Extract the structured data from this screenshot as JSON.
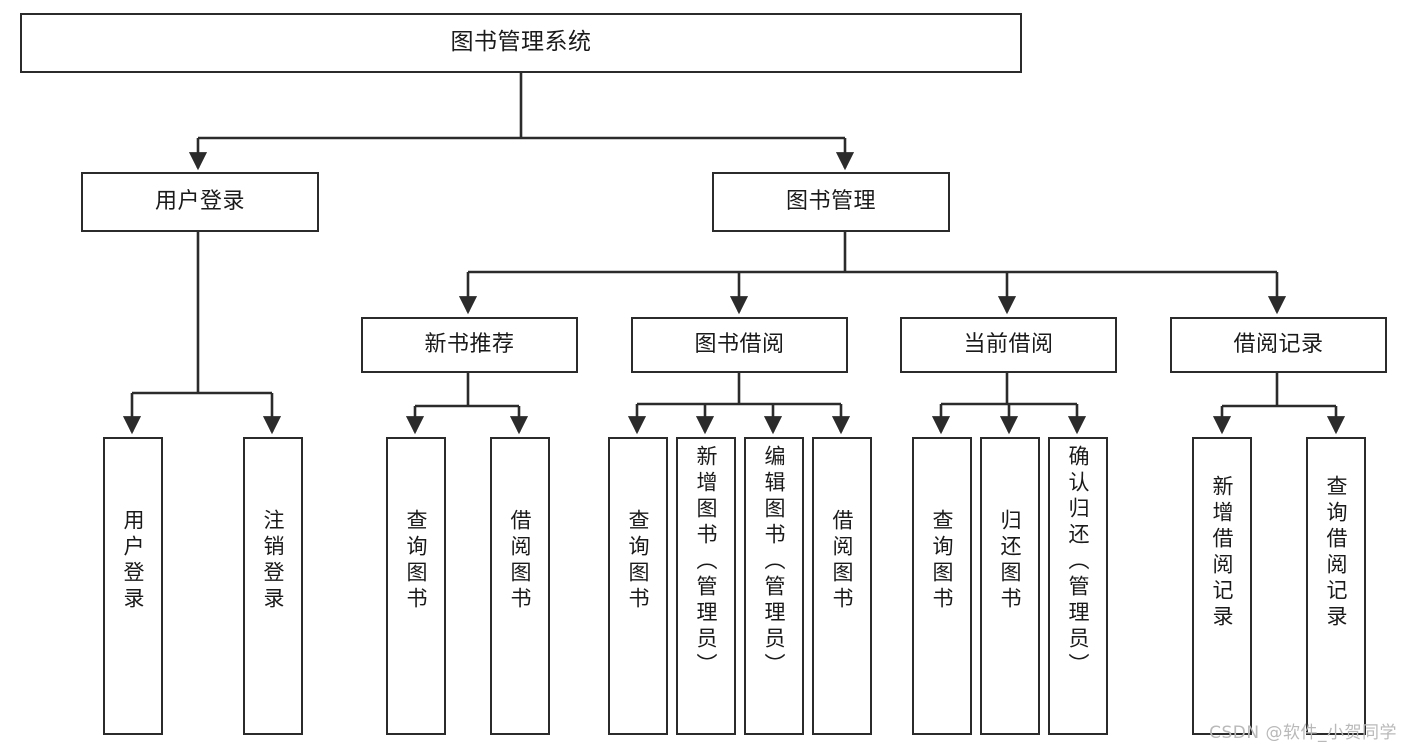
{
  "diagram": {
    "type": "tree",
    "title": "图书管理系统",
    "watermark": "CSDN @软件_小贺同学",
    "colors": {
      "stroke": "#2b2b2b",
      "fill": "#ffffff",
      "text": "#1a1a1a",
      "watermark": "#b9b9b9"
    },
    "levels": {
      "root": {
        "label": "图书管理系统"
      },
      "level1": [
        {
          "id": "user-login",
          "label": "用户登录"
        },
        {
          "id": "book-manage",
          "label": "图书管理"
        }
      ],
      "level2": [
        {
          "id": "new-book-recommend",
          "label": "新书推荐",
          "parent": "book-manage"
        },
        {
          "id": "book-borrow",
          "label": "图书借阅",
          "parent": "book-manage"
        },
        {
          "id": "current-borrow",
          "label": "当前借阅",
          "parent": "book-manage"
        },
        {
          "id": "borrow-record",
          "label": "借阅记录",
          "parent": "book-manage"
        }
      ],
      "leaves": [
        {
          "id": "leaf-user-login",
          "label": "用户登录",
          "parent": "user-login"
        },
        {
          "id": "leaf-user-logout",
          "label": "注销登录",
          "parent": "user-login"
        },
        {
          "id": "leaf-query-book-1",
          "label": "查询图书",
          "parent": "new-book-recommend"
        },
        {
          "id": "leaf-borrow-book-1",
          "label": "借阅图书",
          "parent": "new-book-recommend"
        },
        {
          "id": "leaf-query-book-2",
          "label": "查询图书",
          "parent": "book-borrow"
        },
        {
          "id": "leaf-add-book",
          "label": "新增图书（管理员）",
          "parent": "book-borrow"
        },
        {
          "id": "leaf-edit-book",
          "label": "编辑图书（管理员）",
          "parent": "book-borrow"
        },
        {
          "id": "leaf-borrow-book-2",
          "label": "借阅图书",
          "parent": "book-borrow"
        },
        {
          "id": "leaf-query-book-3",
          "label": "查询图书",
          "parent": "current-borrow"
        },
        {
          "id": "leaf-return-book",
          "label": "归还图书",
          "parent": "current-borrow"
        },
        {
          "id": "leaf-confirm-return",
          "label": "确认归还（管理员）",
          "parent": "current-borrow"
        },
        {
          "id": "leaf-add-record",
          "label": "新增借阅记录",
          "parent": "borrow-record"
        },
        {
          "id": "leaf-query-record",
          "label": "查询借阅记录",
          "parent": "borrow-record"
        }
      ]
    }
  }
}
